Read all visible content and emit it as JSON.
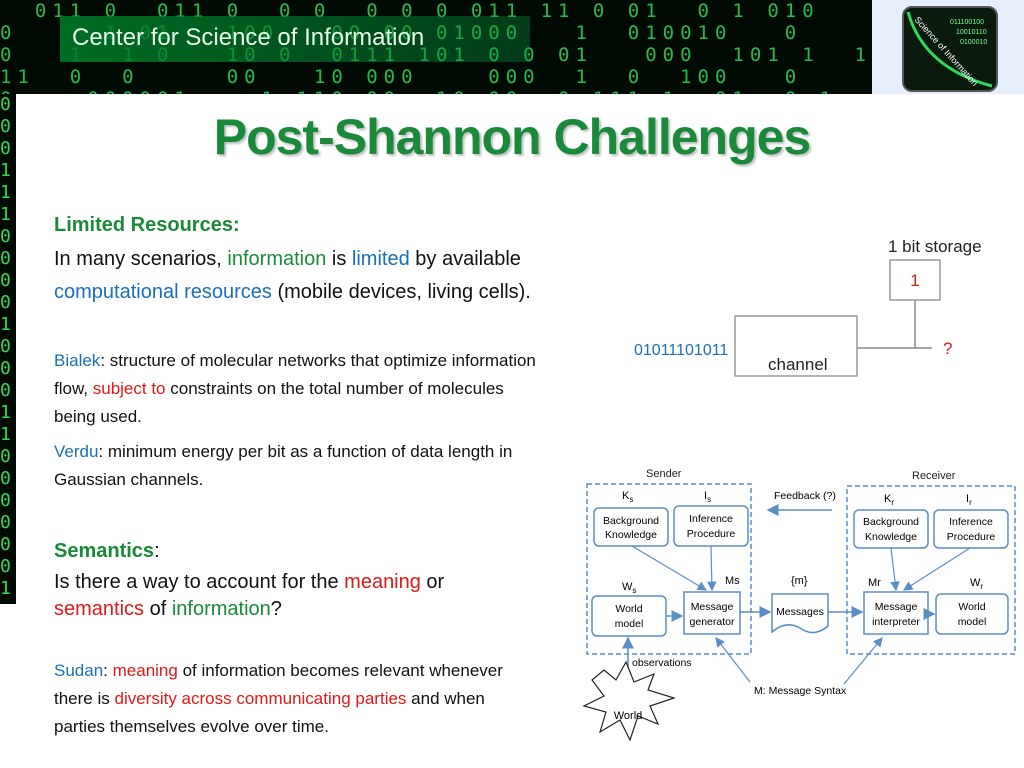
{
  "header": {
    "center_title": "Center for Science of Information",
    "logo_text": "Science of Information",
    "logo_bits": [
      "011100100",
      "10010110",
      "0100010"
    ],
    "matrix_glyphs": "0 1"
  },
  "slide": {
    "title": "Post-Shannon Challenges",
    "limited": {
      "heading": "Limited Resources:",
      "l1_a": "In many scenarios, ",
      "l1_b": "information",
      "l1_c": " is ",
      "l1_d": "limited",
      "l1_e": " by available",
      "l2_a": "computational resources",
      "l2_b": " (mobile devices, living cells).",
      "bialek_name": "Bialek",
      "bialek_1": ": structure of molecular networks that optimize information",
      "bialek_2a": "flow, ",
      "bialek_2b": "subject to",
      "bialek_2c": " constraints on the total number of molecules",
      "bialek_3": "being used.",
      "verdu_name": "Verdu",
      "verdu_1": ": minimum energy per bit as a function of data length in",
      "verdu_2": "Gaussian channels."
    },
    "semantics": {
      "heading": "Semantics",
      "colon": ":",
      "l1_a": "Is there a way to account for the ",
      "l1_b": "meaning",
      "l1_c": " or",
      "l2_a": "semantics",
      "l2_b": " of ",
      "l2_c": "information",
      "l2_d": "?",
      "sudan_name": "Sudan",
      "sudan_1a": ": ",
      "sudan_1b": "meaning",
      "sudan_1c": " of information becomes relevant whenever",
      "sudan_2a": "there is ",
      "sudan_2b": "diversity across communicating parties",
      "sudan_2c": " and when",
      "sudan_3": "parties themselves evolve over time."
    },
    "storage_diagram": {
      "title": "1 bit storage",
      "bit": "1",
      "bits": "01011101011",
      "channel": "channel",
      "question": "?"
    },
    "comm_diagram": {
      "sender": "Sender",
      "receiver": "Receiver",
      "ks": "K",
      "ks_sub": "s",
      "is": "I",
      "is_sub": "s",
      "kr": "K",
      "kr_sub": "r",
      "ir": "I",
      "ir_sub": "r",
      "bg_knowledge_1": "Background",
      "bg_knowledge_2": "Knowledge",
      "inference_1": "Inference",
      "inference_2": "Procedure",
      "feedback": "Feedback (?)",
      "ws": "W",
      "ws_sub": "s",
      "wr": "W",
      "wr_sub": "r",
      "ms": "Ms",
      "mr": "Mr",
      "m": "{m}",
      "world_model_1": "World",
      "world_model_2": "model",
      "msg_gen_1": "Message",
      "msg_gen_2": "generator",
      "messages": "Messages",
      "msg_int_1": "Message",
      "msg_int_2": "interpreter",
      "observations": "observations",
      "world": "World",
      "syntax": "M: Message Syntax"
    }
  }
}
